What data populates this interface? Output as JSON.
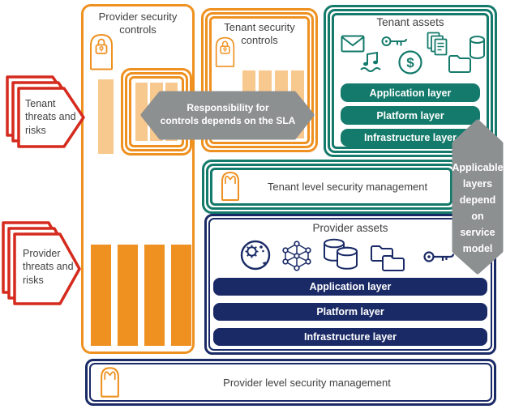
{
  "colors": {
    "orange": "#EE9121",
    "orange_light": "#F8C98E",
    "teal": "#147A6B",
    "navy": "#1A2A66",
    "red": "#D52B1E",
    "gray": "#8D9091",
    "text": "#414042"
  },
  "threat_arrows": {
    "tenant_label": "Tenant threats and risks",
    "provider_label": "Provider threats and risks"
  },
  "provider_controls": {
    "title": "Provider security controls"
  },
  "tenant_controls": {
    "title": "Tenant security controls"
  },
  "sla_callout": {
    "line1": "Responsibility for",
    "line2": "controls depends on the SLA"
  },
  "service_model_callout": {
    "lines": [
      "Applicable",
      "layers",
      "depend",
      "on",
      "service",
      "model"
    ]
  },
  "tenant_assets": {
    "title": "Tenant assets",
    "dollar_glyph": "$",
    "icons": [
      "mail-icon",
      "music-icon",
      "key-icon",
      "dollar-icon",
      "documents-icon",
      "folder-icon",
      "database-icon"
    ],
    "layers": [
      "Application layer",
      "Platform layer",
      "Infrastructure layer"
    ]
  },
  "provider_assets": {
    "title": "Provider assets",
    "icons": [
      "services-icon",
      "network-icon",
      "databases-icon",
      "folders-icon",
      "key-icon"
    ],
    "layers": [
      "Application layer",
      "Platform layer",
      "Infrastructure layer"
    ]
  },
  "tenant_management": {
    "label": "Tenant level security management"
  },
  "provider_management": {
    "label": "Provider level security management"
  }
}
